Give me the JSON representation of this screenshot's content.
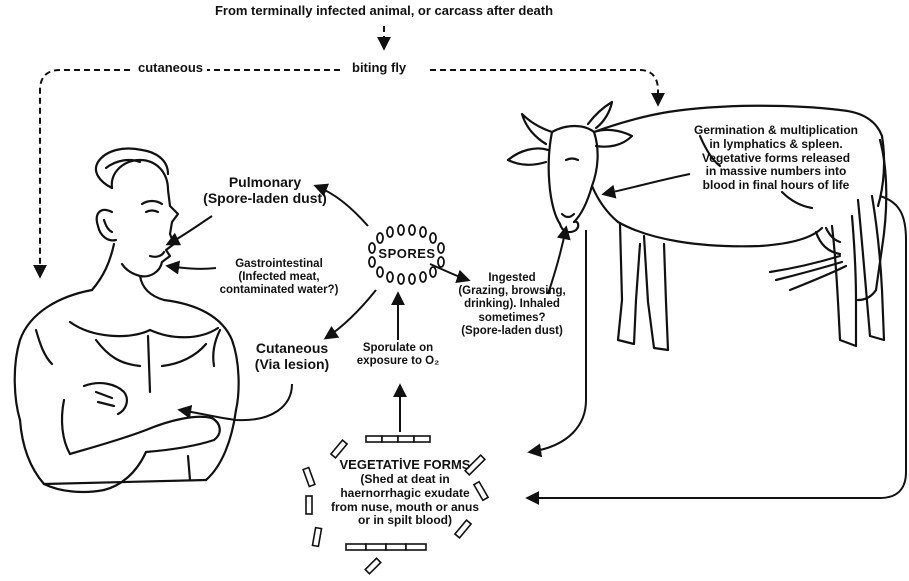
{
  "diagram": {
    "top_source": "From terminally infected animal, or carcass after death",
    "route_cutaneous": "cutaneous",
    "route_biting_fly": "biting fly",
    "germination": [
      "Germination & multiplication",
      "in lymphatics & spleen.",
      "Vegetative forms released",
      "in massive numbers into",
      "blood in final hours of life"
    ],
    "pulmonary": [
      "Pulmonary",
      "(Spore-laden dust)"
    ],
    "gastrointestinal": [
      "Gastrointestinal",
      "(Infected meat,",
      "contaminated water?)"
    ],
    "cutaneous": [
      "Cutaneous",
      "(Via lesion)"
    ],
    "spores": "SPORES",
    "ingested": [
      "Ingested",
      "(Grazing, browsing,",
      "drinking). Inhaled",
      "sometimes?",
      "(Spore-laden dust)"
    ],
    "sporulate": [
      "Sporulate on",
      "exposure to O₂"
    ],
    "vegetative": [
      "VEGETATİVE FORMS",
      "(Shed at deat in",
      "haernorrhagic exudate",
      "from nuse, mouth or anus",
      "or in spilt blood)"
    ]
  }
}
